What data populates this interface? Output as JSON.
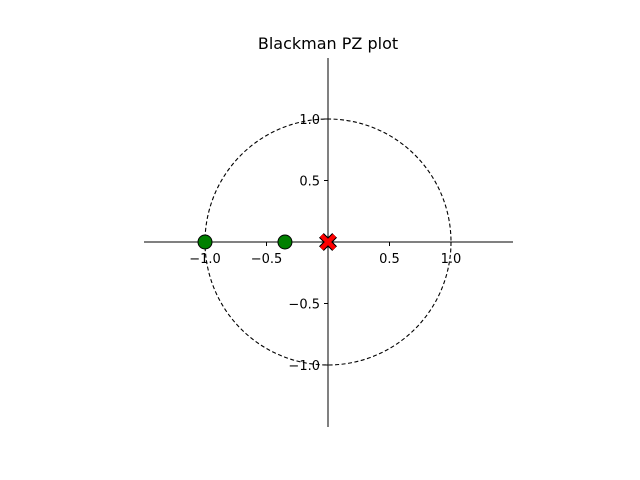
{
  "chart_data": {
    "type": "scatter",
    "title": "Blackman PZ plot",
    "xlabel": "",
    "ylabel": "",
    "xlim": [
      -1.5,
      1.5
    ],
    "ylim": [
      -1.5,
      1.5
    ],
    "grid": false,
    "legend": "none",
    "unit_circle": {
      "radius": 1.0,
      "style": "dashed",
      "color": "#000000"
    },
    "x_ticks": [
      {
        "value": -1.0,
        "label": "−1.0"
      },
      {
        "value": -0.5,
        "label": "−0.5"
      },
      {
        "value": 0.5,
        "label": "0.5"
      },
      {
        "value": 1.0,
        "label": "1.0"
      }
    ],
    "y_ticks": [
      {
        "value": 1.0,
        "label": "1.0"
      },
      {
        "value": 0.5,
        "label": "0.5"
      },
      {
        "value": -0.5,
        "label": "−0.5"
      },
      {
        "value": -1.0,
        "label": "−1.0"
      }
    ],
    "series": [
      {
        "marker": "circle",
        "color": "#008000",
        "edgecolor": "#000000",
        "points": [
          {
            "x": -1.0,
            "y": 0.0
          },
          {
            "x": -0.35,
            "y": 0.0
          }
        ]
      },
      {
        "marker": "x",
        "color": "#ff0000",
        "edgecolor": "#000000",
        "points": [
          {
            "x": 0.0,
            "y": 0.0
          },
          {
            "x": 0.0,
            "y": 0.0
          },
          {
            "x": 0.0,
            "y": 0.0
          },
          {
            "x": 0.0,
            "y": 0.0
          }
        ]
      }
    ]
  }
}
